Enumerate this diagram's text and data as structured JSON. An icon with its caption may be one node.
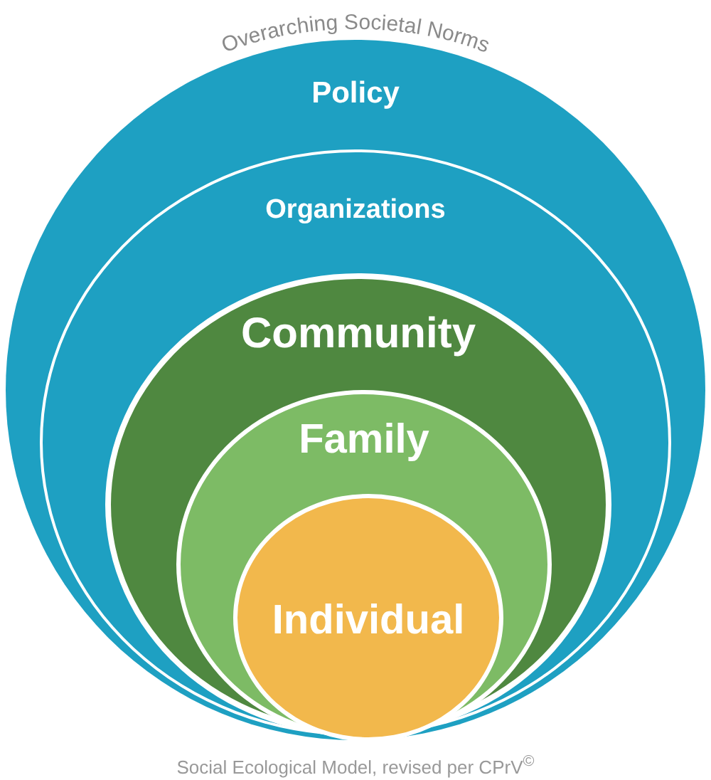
{
  "diagram": {
    "caption": "Social Ecological Model, revised per CPrV$^{©}$",
    "nodes": [
      {
        "text": [
          "Policy"
        ]
      },
      {
        "text": [
          "Organizations"
        ],
        "in": 0
      },
      {
        "text": [
          "Community"
        ],
        "in": 1
      },
      {
        "text": [
          "Family"
        ],
        "in": 2
      },
      {
        "text": [
          "Individual"
        ],
        "in": 3
      }
    ],
    "edges": [],
    "labels": [
      "Overarching Societal Norms"
    ]
  }
}
